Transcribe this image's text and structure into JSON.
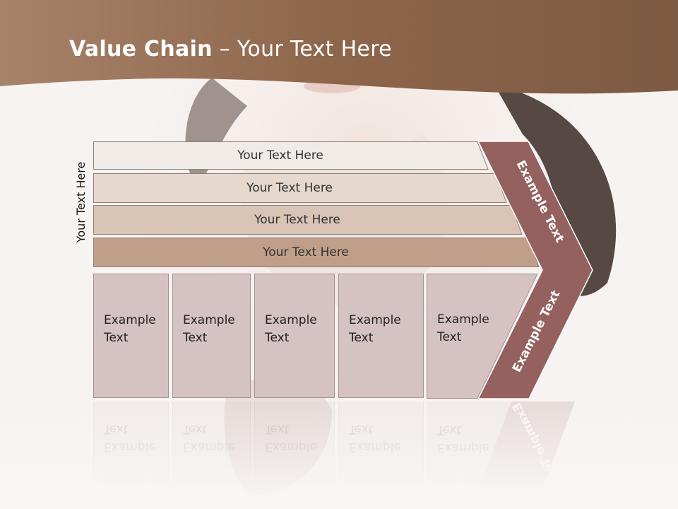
{
  "title": {
    "bold": "Value Chain",
    "rest": " – Your Text Here"
  },
  "side_label": "Your Text Here",
  "bars": [
    {
      "label": "Your Text Here"
    },
    {
      "label": "Your Text Here"
    },
    {
      "label": "Your Text Here"
    },
    {
      "label": "Your Text Here"
    }
  ],
  "boxes": [
    {
      "line1": "Example",
      "line2": "Text"
    },
    {
      "line1": "Example",
      "line2": "Text"
    },
    {
      "line1": "Example",
      "line2": "Text"
    },
    {
      "line1": "Example",
      "line2": "Text"
    },
    {
      "line1": "Example",
      "line2": "Text"
    }
  ],
  "chevron": {
    "top_label": "Example Text",
    "bottom_label": "Example Text"
  },
  "colors": {
    "header": "#8d654a",
    "chevron": "#94615e",
    "box": "#d5c2c3",
    "bar1": "#f0ebe7",
    "bar2": "#e6d8cd",
    "bar3": "#d9c4b5",
    "bar4": "#c09f8a"
  }
}
